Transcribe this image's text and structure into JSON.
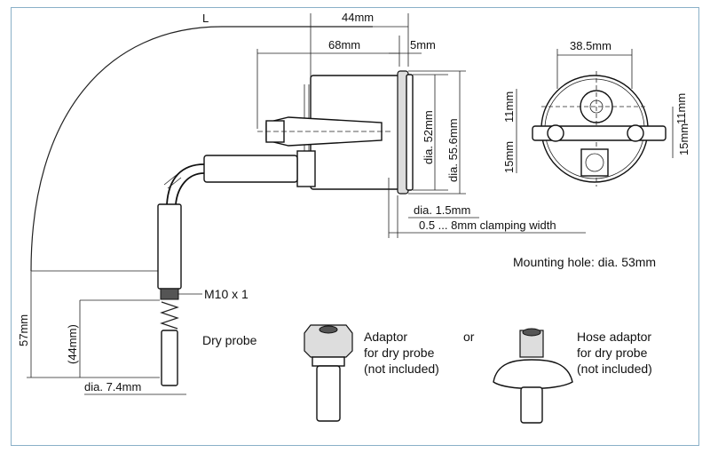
{
  "labels": {
    "L": "L",
    "d44": "44mm",
    "d68": "68mm",
    "d5": "5mm",
    "d38_5": "38.5mm",
    "dia52": "dia. 52mm",
    "dia55_6": "dia. 55.6mm",
    "d11": "11mm",
    "d15a": "15mm",
    "d15b": "15mm",
    "d11b": "11mm",
    "dia1_5": "dia. 1.5mm",
    "clamp": "0.5 ... 8mm clamping width",
    "mount": "Mounting hole: dia. 53mm",
    "m10": "M10 x 1",
    "d57": "57mm",
    "d44p": "(44mm)",
    "dia7_4": "dia. 7.4mm",
    "dry_probe": "Dry probe",
    "adaptor_l1": "Adaptor",
    "adaptor_l2": "for dry probe",
    "adaptor_l3": "(not included)",
    "or": "or",
    "hose_l1": "Hose adaptor",
    "hose_l2": "for dry probe",
    "hose_l3": "(not included)"
  }
}
